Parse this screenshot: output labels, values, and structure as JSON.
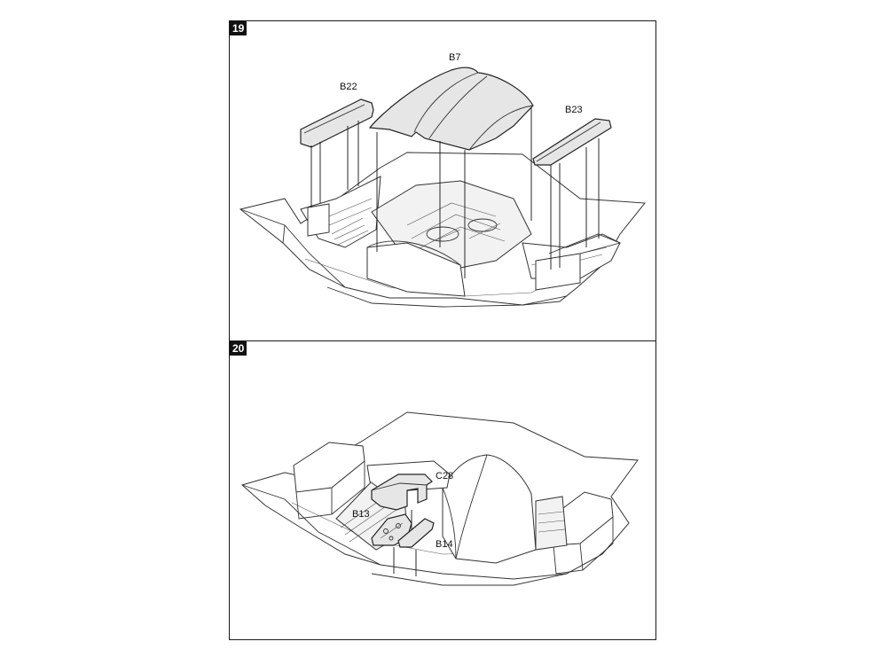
{
  "steps": [
    {
      "number": "19",
      "parts": [
        {
          "label": "B22"
        },
        {
          "label": "B7"
        },
        {
          "label": "B23"
        }
      ]
    },
    {
      "number": "20",
      "parts": [
        {
          "label": "C28"
        },
        {
          "label": "B13"
        },
        {
          "label": "B14"
        }
      ]
    }
  ]
}
